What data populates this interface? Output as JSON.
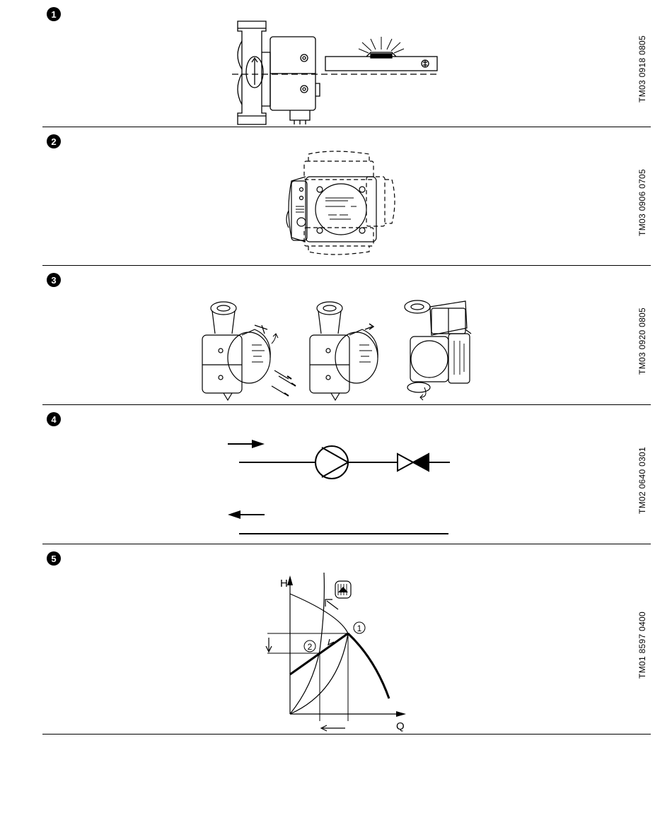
{
  "panels": [
    {
      "number": "1",
      "code": "TM03 0918 0805"
    },
    {
      "number": "2",
      "code": "TM03 0906 0705"
    },
    {
      "number": "3",
      "code": "TM03 0920 0805"
    },
    {
      "number": "4",
      "code": "TM02 0640 0301"
    },
    {
      "number": "5",
      "code": "TM01 8597 0400"
    }
  ],
  "graph": {
    "y_axis_label": "H",
    "x_axis_label": "Q",
    "point_1": "1",
    "point_2": "2"
  }
}
